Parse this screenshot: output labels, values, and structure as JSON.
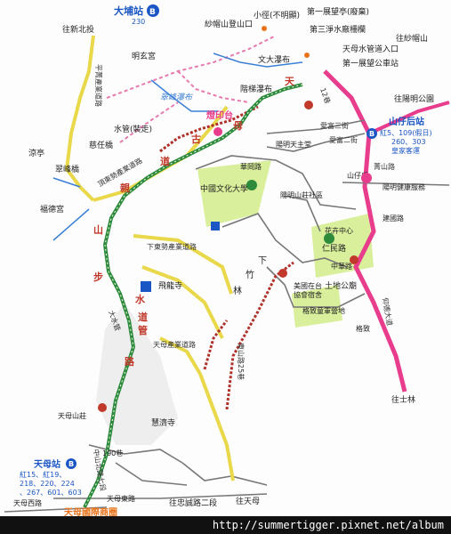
{
  "stations": {
    "dapu": {
      "name": "大埔站",
      "route": "230"
    },
    "shanzihou": {
      "name": "山仔后站",
      "routes1": "紅5、109(假日)",
      "routes2": "260、303",
      "routes3": "皇家客運"
    },
    "tianmu": {
      "name": "天母站",
      "routes": [
        "紅15、紅19、",
        "218、220、224",
        "、267、601、603"
      ]
    }
  },
  "bus_marker": "B",
  "directions": {
    "xinbeitou": "往新北投",
    "shamaoshan": "往紗帽山",
    "yangming_park": "往陽明公園",
    "shilin": "往士林",
    "tianmu": "往天母",
    "zhongcheng": "往忠誠路二段"
  },
  "places": {
    "shamao_trail": "紗帽山登山口",
    "path": "小徑(不明顯)",
    "pavilion1_south": "第一展望亭(廢棄)",
    "san_jing": "第三淨水廠柵欄",
    "water_pipe_entrance": "天母水管道入口",
    "pavilion_bus": "第一展望公車站",
    "wenda_waterfall": "文大瀑布",
    "stairs_waterfall": "階梯瀑布",
    "cuifeng_waterfall": "翠峰瀑布",
    "mingxuan_temple": "明玄宮",
    "water_pipe": "水管(裝走)",
    "ciren_bridge": "慈任橋",
    "cuifeng_bridge": "翠峰橋",
    "liangting": "涼亭",
    "fude_temple": "福德宮",
    "dengyintai": "燈印台",
    "yangming_tianzhu": "陽明天主堂",
    "pcu": "中國文化大學",
    "huagang_rd": "華岡路",
    "yangming_villa": "陽明山莊社區",
    "shanzihou_hosp": "山仔后",
    "health_center": "陽明健康服務",
    "jianguo_rd": "建國路",
    "huazhuo": "花卉中心",
    "renmin_rd": "仁民路",
    "zhonghua_rd": "中華路",
    "jianlong_temple": "飛龍寺",
    "tudi_temple": "土地公廟",
    "american_school": "美國在台",
    "american_school2": "協會宿舍",
    "gezhi_field": "格致童軍營地",
    "gezhi": "格致",
    "huijing_temple": "慧濟寺",
    "tianmu_mtn_road": "天母山莊",
    "tianmu_int_park": "天母國際商圈",
    "tianmu_w_rd": "天母西路",
    "tianmu_e_rd": "天母東路",
    "lane190": "190巷",
    "xianmu": "仰德大道",
    "aifu3": "愛富三街",
    "aifu2": "愛富二街",
    "qingshan_rd": "菁山路",
    "donggan_trail": "東山路25巷",
    "zhongshan_n7": "中山北路七段",
    "tianmu_ind": "天母產業道路",
    "xiadong_ind": "下東勢產業道路",
    "dingdong_ind": "頂東勢產業道路",
    "pingqin_ind": "平菁產業道路",
    "dacha_road": "大水管",
    "xiaqi": "下",
    "lin": "林",
    "zhu": "竹"
  },
  "trail_chars": [
    "天",
    "母",
    "古",
    "道",
    "親",
    "山",
    "步",
    "道"
  ],
  "water_trail_chars": [
    "水",
    "管",
    "路"
  ],
  "route_number": "12巷",
  "footer_url": "http://summertigger.pixnet.net/album",
  "colors": {
    "main_road": "#e83c8c",
    "trail_green": "#2e8b3c",
    "trail_red": "#c0392b",
    "yellow_road": "#e8d84a",
    "grey_road": "#777777",
    "bus_blue": "#1a56c4",
    "waterfall_blue": "#3b7fd6"
  }
}
